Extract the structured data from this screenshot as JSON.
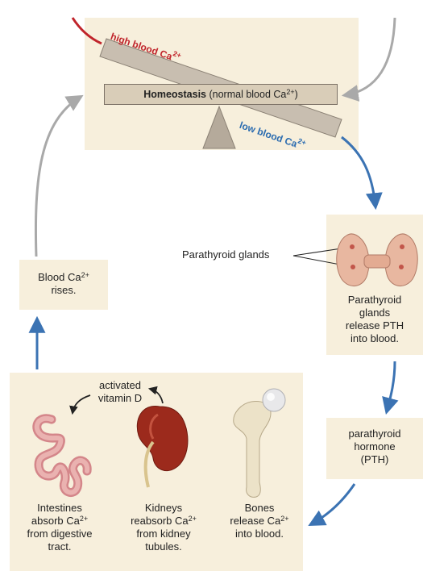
{
  "colors": {
    "panel": "#f7efdc",
    "arrow_blue": "#3b73b3",
    "arrow_gray": "#a9a9a9",
    "high_label": "#c0242b",
    "low_label": "#2b6cb0",
    "seesaw": "#c8beb0"
  },
  "homeostasis": {
    "bold": "Homeostasis",
    "rest": " (normal blood Ca",
    "sup": "2+",
    "close": ")"
  },
  "seesaw_labels": {
    "high": "high blood Ca",
    "high_sup": "2+",
    "low": "low blood Ca",
    "low_sup": "2+"
  },
  "parathyroid": {
    "label": "Parathyroid glands",
    "caption_lines": [
      "Parathyroid",
      "glands",
      "release PTH",
      "into blood."
    ]
  },
  "pth_box": {
    "lines": [
      "parathyroid",
      "hormone",
      "(PTH)"
    ]
  },
  "blood_rises": {
    "line1": "Blood Ca",
    "sup": "2+",
    "line2": "rises."
  },
  "activated_vitamin_d": {
    "line1": "activated",
    "line2": "vitamin D"
  },
  "targets": {
    "intestines": {
      "line1": "Intestines",
      "line2_a": "absorb Ca",
      "line2_sup": "2+",
      "line3": "from digestive",
      "line4": "tract."
    },
    "kidneys": {
      "line1": "Kidneys",
      "line2_a": "reabsorb Ca",
      "line2_sup": "2+",
      "line3": "from kidney",
      "line4": "tubules."
    },
    "bones": {
      "line1": "Bones",
      "line2_a": "release Ca",
      "line2_sup": "2+",
      "line3": "into blood."
    }
  },
  "icons": [
    "intestines-icon",
    "kidney-icon",
    "bone-icon",
    "parathyroid-glands-icon"
  ]
}
